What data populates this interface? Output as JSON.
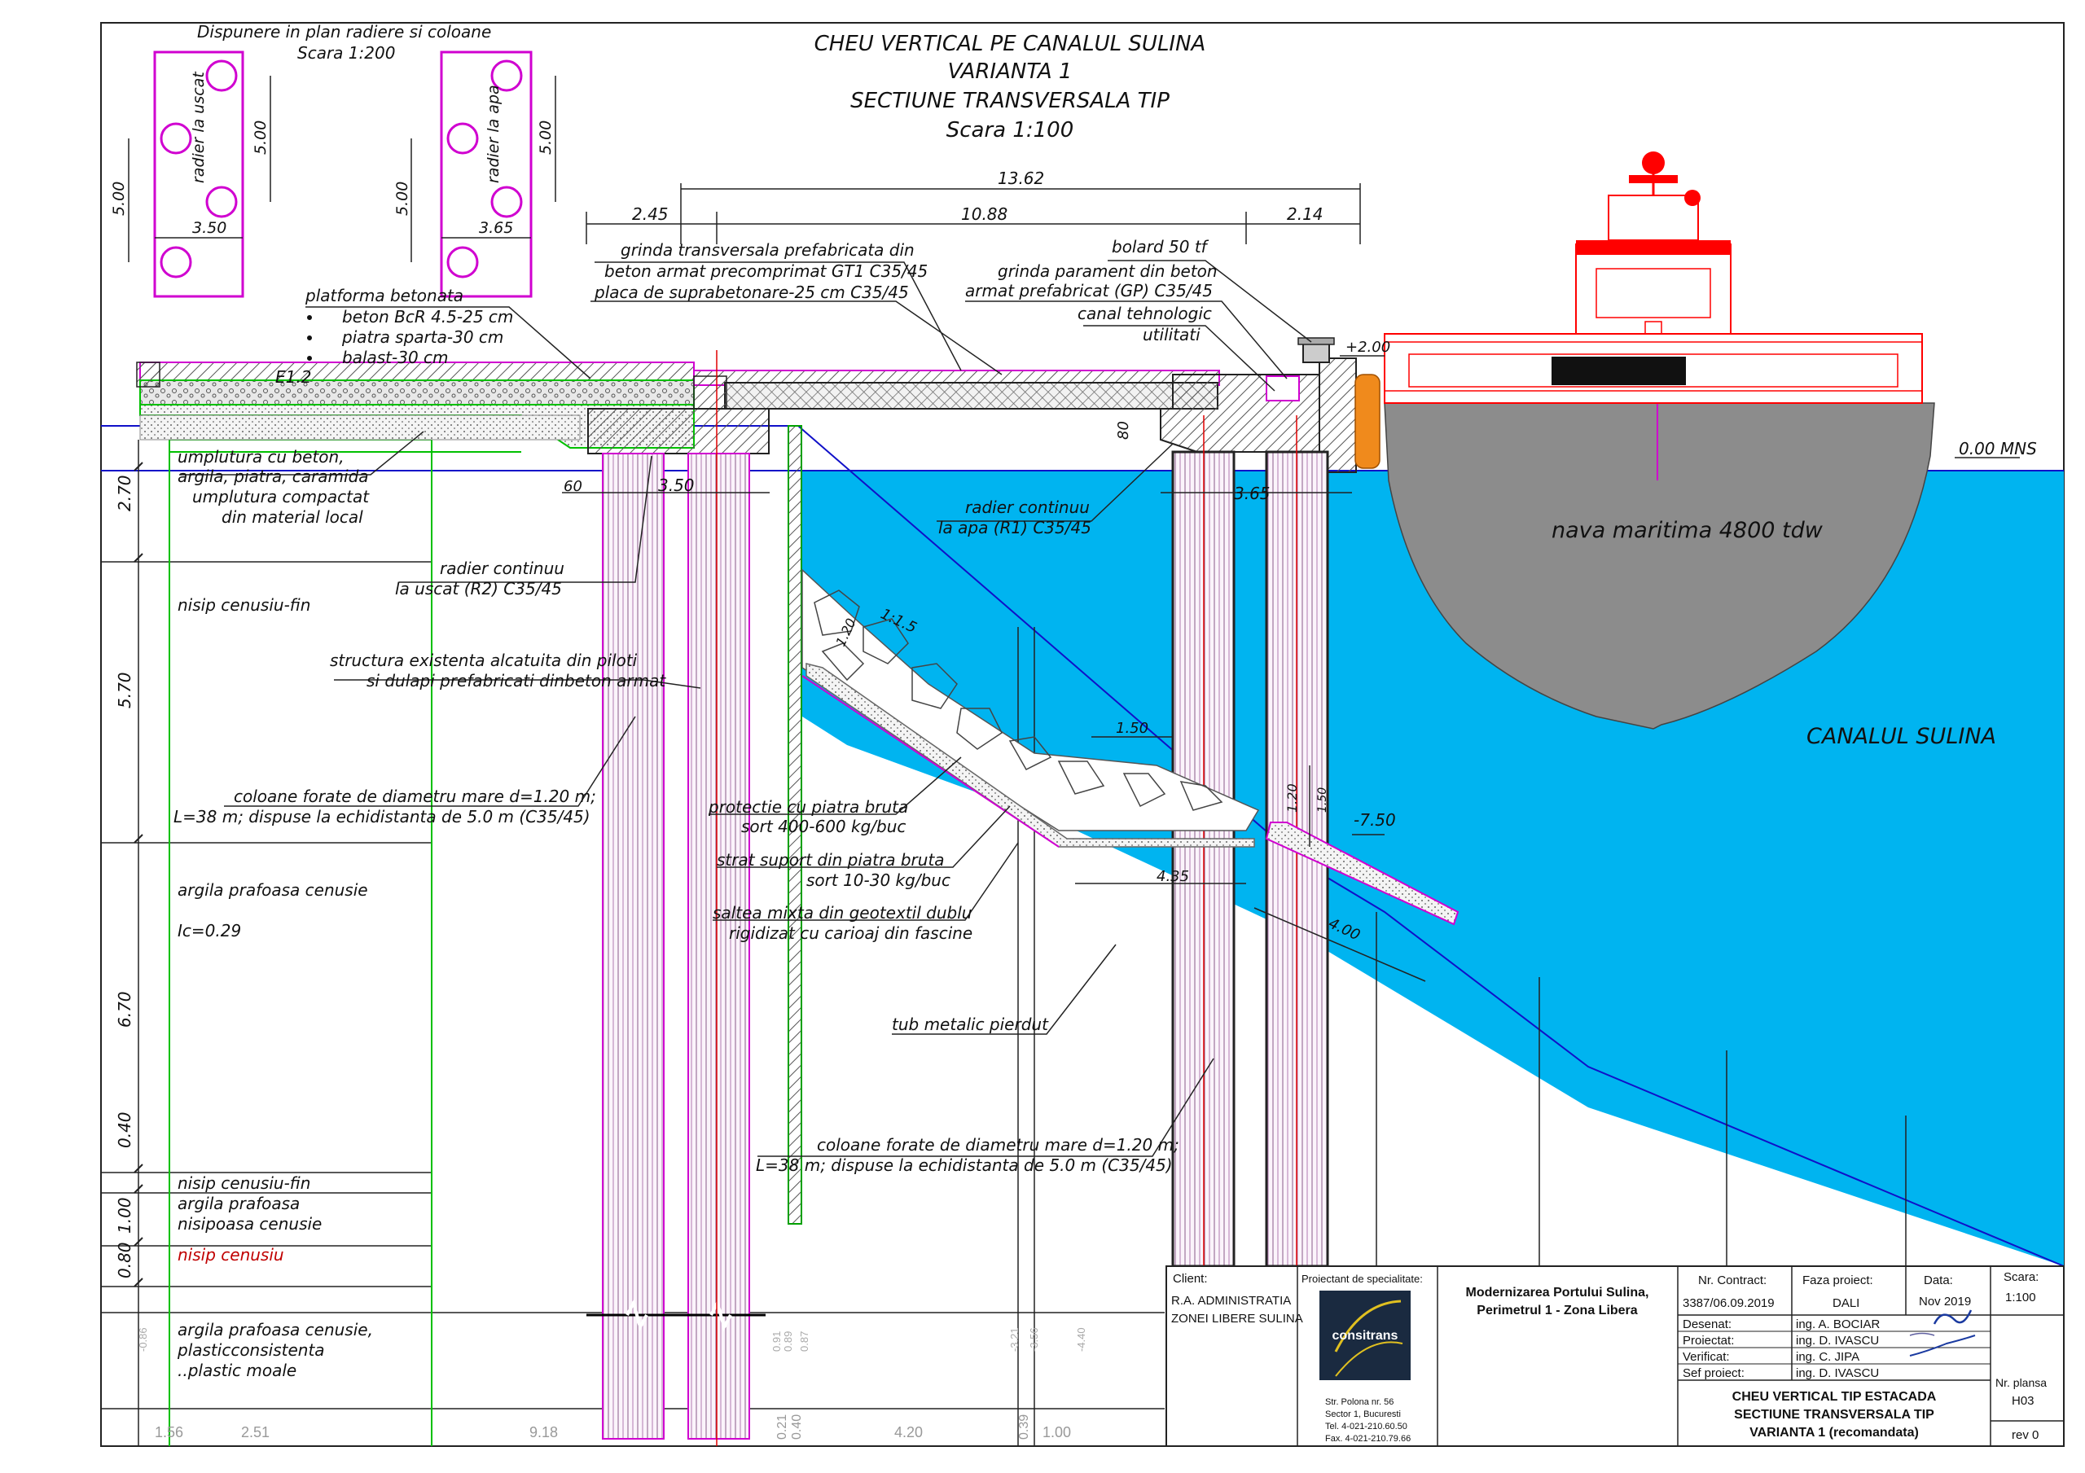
{
  "title": {
    "line1": "CHEU VERTICAL PE CANALUL SULINA",
    "line2": "VARIANTA 1",
    "line3": "SECTIUNE TRANSVERSALA TIP",
    "line4": "Scara 1:100"
  },
  "plan_view": {
    "title": "Dispunere in plan radiere si coloane",
    "scale": "Scara 1:200",
    "left_label": "radier la uscat",
    "right_label": "radier la apa",
    "left_width": "3.50",
    "right_width": "3.65",
    "dim_5": "5.00"
  },
  "top_dims": {
    "total": "13.62",
    "left": "2.45",
    "mid": "10.88",
    "right": "2.14"
  },
  "labels": {
    "platforma": "platforma betonata",
    "platforma_items": [
      "beton BcR 4.5-25 cm",
      "piatra sparta-30 cm",
      "balast-30 cm"
    ],
    "grinda_transv_1": "grinda transversala prefabricata din",
    "grinda_transv_2": "beton armat precomprimat GT1 C35/45",
    "placa": "placa de suprabetonare-25 cm C35/45",
    "bolard": "bolard 50 tf",
    "grinda_param_1": "grinda parament din beton",
    "grinda_param_2": "armat prefabricat (GP) C35/45",
    "canal_1": "canal tehnologic",
    "canal_2": "utilitati",
    "level_2": "+2.00",
    "level_0": "0.00 MNS",
    "level_75": "-7.50",
    "e12": "E1.2",
    "umplutura_1": "umplutura cu beton,",
    "umplutura_2": "argila, piatra, caramida",
    "umplutura_3": "umplutura compactat",
    "umplutura_4": "din material local",
    "radier_uscat_1": "radier continuu",
    "radier_uscat_2": "la uscat (R2) C35/45",
    "radier_apa_1": "radier continuu",
    "radier_apa_2": "la apa (R1) C35/45",
    "structura_1": "structura existenta alcatuita din piloti",
    "structura_2": "si dulapi prefabricati dinbeton armat",
    "coloane_1": "coloane forate de diametru mare d=1.20 m;",
    "coloane_2": "L=38 m; dispuse la echidistanta de 5.0 m (C35/45)",
    "protectie_1": "protectie cu piatra bruta",
    "protectie_2": "sort 400-600 kg/buc",
    "strat_1": "strat suport din piatra bruta",
    "strat_2": "sort 10-30 kg/buc",
    "saltea_1": "saltea mixta din geotextil dublu",
    "saltea_2": "rigidizat cu carioaj din fascine",
    "tub": "tub metalic pierdut",
    "nava": "nava maritima 4800 tdw",
    "canal_sulina": "CANALUL SULINA",
    "slope": "1:1.5",
    "d60": "60",
    "d350": "3.50",
    "d365": "3.65",
    "d80": "80",
    "d150": "1.50",
    "d120": "1.20",
    "d120b": "1.20",
    "d150b": "1.50",
    "d435": "4.35",
    "d400": "4.00"
  },
  "soil_layers": [
    {
      "name": "nisip cenusiu-fin",
      "thickness": "5.70"
    },
    {
      "name": "argila prafoasa cenusie",
      "extra": "Ic=0.29",
      "thickness": "6.70"
    },
    {
      "name": "nisip cenusiu-fin",
      "thickness": "0.40"
    },
    {
      "name": "argila prafoasa nisipoasa cenusie",
      "thickness": "1.00"
    },
    {
      "name": "nisip cenusiu",
      "thickness": "0.80"
    },
    {
      "name": "argila prafoasa cenusie, plasticconsistenta ..plastic moale"
    }
  ],
  "left_thickness_top": "2.70",
  "soil_text": {
    "l1": "nisip cenusiu-fin",
    "l2": "argila prafoasa cenusie",
    "l2b": "Ic=0.29",
    "l3": "nisip cenusiu-fin",
    "l4a": "argila prafoasa",
    "l4b": "nisipoasa cenusie",
    "l5": "nisip cenusiu",
    "l6a": "argila prafoasa cenusie,",
    "l6b": "plasticconsistenta",
    "l6c": "..plastic moale",
    "t1": "5.70",
    "t2": "6.70",
    "t3": "0.40",
    "t4": "1.00",
    "t5": "0.80"
  },
  "bottom_dims": [
    "1.56",
    "2.51",
    "9.18",
    "0.21",
    "0.40",
    "4.20",
    "0.39",
    "1.00"
  ],
  "faint_levels": [
    "-0.86",
    "0.91",
    "0.89",
    "0.87",
    "-3.21",
    "-3.56",
    "-4.40"
  ],
  "title_block": {
    "client_label": "Client:",
    "client_1": "R.A. ADMINISTRATIA",
    "client_2": "ZONEI LIBERE SULINA",
    "designer_label": "Proiectant de specialitate:",
    "logo_text": "consitrans",
    "address_1": "Str. Polona nr. 56",
    "address_2": "Sector 1, Bucuresti",
    "address_3": "Tel. 4-021-210.60.50",
    "address_4": "Fax. 4-021-210.79.66",
    "project_1": "Modernizarea Portului Sulina,",
    "project_2": "Perimetrul 1  - Zona Libera",
    "contract_label": "Nr. Contract:",
    "contract": "3387/06.09.2019",
    "phase_label": "Faza proiect:",
    "phase": "DALI",
    "date_label": "Data:",
    "date": "Nov 2019",
    "scale_label": "Scara:",
    "scale": "1:100",
    "roles": [
      {
        "role": "Desenat:",
        "name": "ing. A. BOCIAR"
      },
      {
        "role": "Proiectat:",
        "name": "ing. D. IVASCU"
      },
      {
        "role": "Verificat:",
        "name": "ing. C. JIPA"
      },
      {
        "role": "Sef proiect:",
        "name": "ing. D. IVASCU"
      }
    ],
    "drawing_1": "CHEU VERTICAL TIP ESTACADA",
    "drawing_2": "SECTIUNE TRANSVERSALA TIP",
    "drawing_3": "VARIANTA 1 (recomandata)",
    "sheet_label": "Nr. plansa",
    "sheet": "H03",
    "rev": "rev 0"
  },
  "colors": {
    "water": "#00b4f0",
    "hull": "#8c8c8c",
    "ship": "#ff0000",
    "magenta": "#d000d0",
    "fender": "#f08a1c",
    "soil_line": "#00c000",
    "blue_line": "#1010c8"
  }
}
